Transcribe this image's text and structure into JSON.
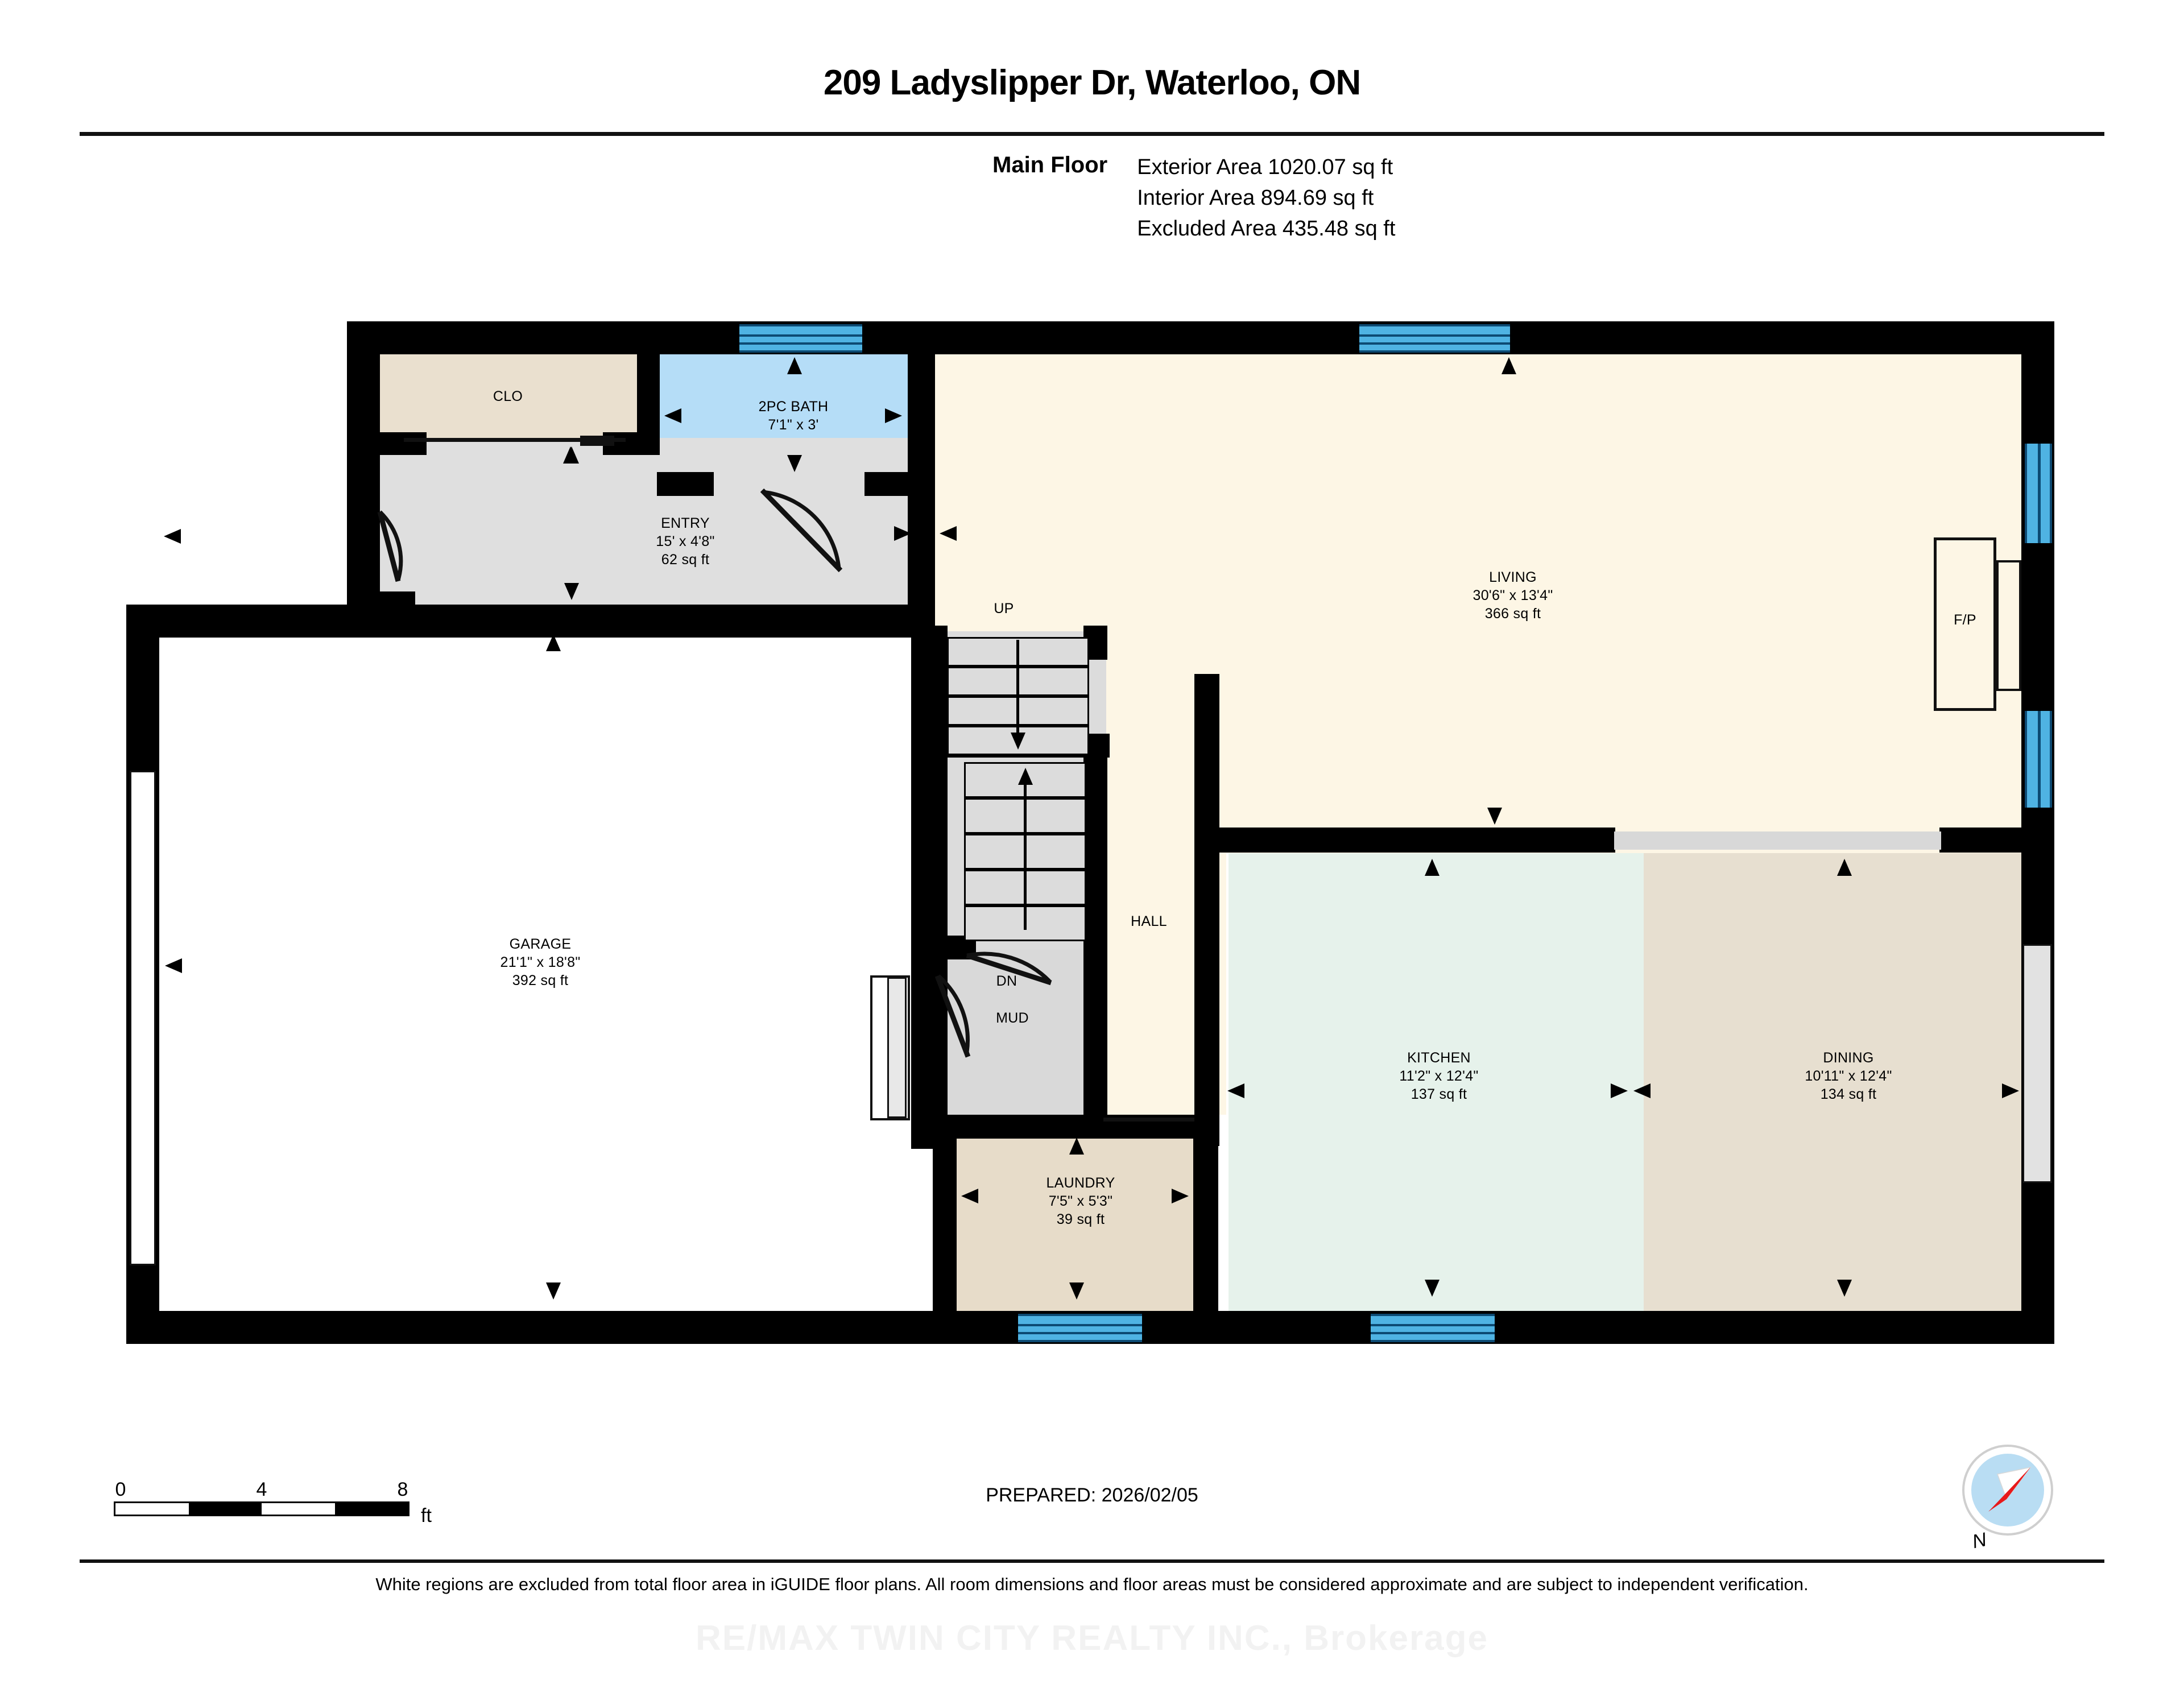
{
  "header": {
    "title": "209 Ladyslipper Dr, Waterloo, ON",
    "floor_name": "Main Floor",
    "exterior_area": "Exterior Area 1020.07 sq ft",
    "interior_area": "Interior Area 894.69 sq ft",
    "excluded_area": "Excluded Area 435.48 sq ft"
  },
  "rooms": {
    "clo": {
      "name": "CLO"
    },
    "bath": {
      "name": "2PC BATH",
      "dims": "7'1\" x 3'"
    },
    "entry": {
      "name": "ENTRY",
      "dims": "15' x 4'8\"",
      "area": "62 sq ft"
    },
    "living": {
      "name": "LIVING",
      "dims": "30'6\" x 13'4\"",
      "area": "366 sq ft"
    },
    "garage": {
      "name": "GARAGE",
      "dims": "21'1\" x 18'8\"",
      "area": "392 sq ft"
    },
    "kitchen": {
      "name": "KITCHEN",
      "dims": "11'2\" x 12'4\"",
      "area": "137 sq ft"
    },
    "dining": {
      "name": "DINING",
      "dims": "10'11\" x 12'4\"",
      "area": "134 sq ft"
    },
    "laundry": {
      "name": "LAUNDRY",
      "dims": "7'5\" x 5'3\"",
      "area": "39 sq ft"
    },
    "hall": {
      "name": "HALL"
    },
    "mud": {
      "name": "MUD"
    },
    "fireplace": {
      "name": "F/P"
    }
  },
  "stairs": {
    "up_label": "UP",
    "dn_label": "DN"
  },
  "footer": {
    "scale_0": "0",
    "scale_4": "4",
    "scale_8": "8",
    "scale_unit": "ft",
    "prepared": "PREPARED: 2026/02/05",
    "compass_n": "N",
    "disclaimer": "White regions are excluded from total floor area in iGUIDE floor plans. All room dimensions and floor areas must be considered approximate and are subject to independent verification.",
    "watermark": "RE/MAX TWIN CITY REALTY INC., Brokerage"
  },
  "colors": {
    "wall": "#000000",
    "window": "#4fb3e3",
    "living": "#fdf6e5",
    "kitchen": "#e6f2eb",
    "dining": "#e7dfd0",
    "bath": "#b5ddf7",
    "entry": "#dfdfdf",
    "closet": "#eae0cf",
    "laundry": "#e7dcc9",
    "excluded": "#ffffff",
    "compass_needle": "#e8191b",
    "compass_disc": "#b9ddf3"
  }
}
